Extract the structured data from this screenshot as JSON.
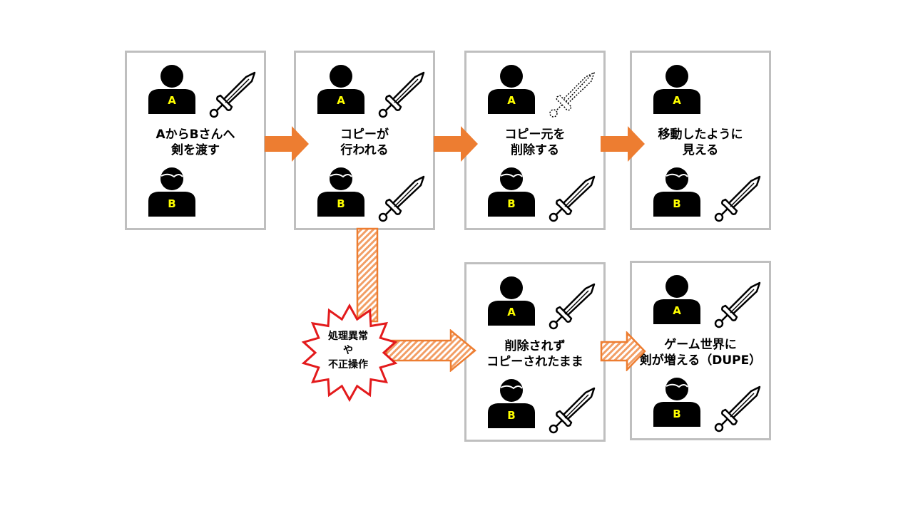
{
  "colors": {
    "arrow": "#ED7D31",
    "panel_border": "#BFBFBF",
    "label": "#FFFF00",
    "burst_border": "#E31A1C"
  },
  "person_labels": {
    "a": "A",
    "b": "B"
  },
  "panels": [
    {
      "id": "give",
      "caption": [
        "AからBさんへ",
        "剣を渡す"
      ],
      "a_sword": "solid",
      "b_sword": "none"
    },
    {
      "id": "copy",
      "caption": [
        "コピーが",
        "行われる"
      ],
      "a_sword": "solid",
      "b_sword": "solid"
    },
    {
      "id": "delete",
      "caption": [
        "コピー元を",
        "削除する"
      ],
      "a_sword": "dashed",
      "b_sword": "solid"
    },
    {
      "id": "moved",
      "caption": [
        "移動したように",
        "見える"
      ],
      "a_sword": "none",
      "b_sword": "solid"
    },
    {
      "id": "not-deleted",
      "caption": [
        "削除されず",
        "コピーされたまま"
      ],
      "a_sword": "solid",
      "b_sword": "solid"
    },
    {
      "id": "dupe",
      "caption": [
        "ゲーム世界に",
        "剣が増える（DUPE）"
      ],
      "a_sword": "solid",
      "b_sword": "solid"
    }
  ],
  "burst": {
    "lines": [
      "処理異常",
      "や",
      "不正操作"
    ]
  }
}
